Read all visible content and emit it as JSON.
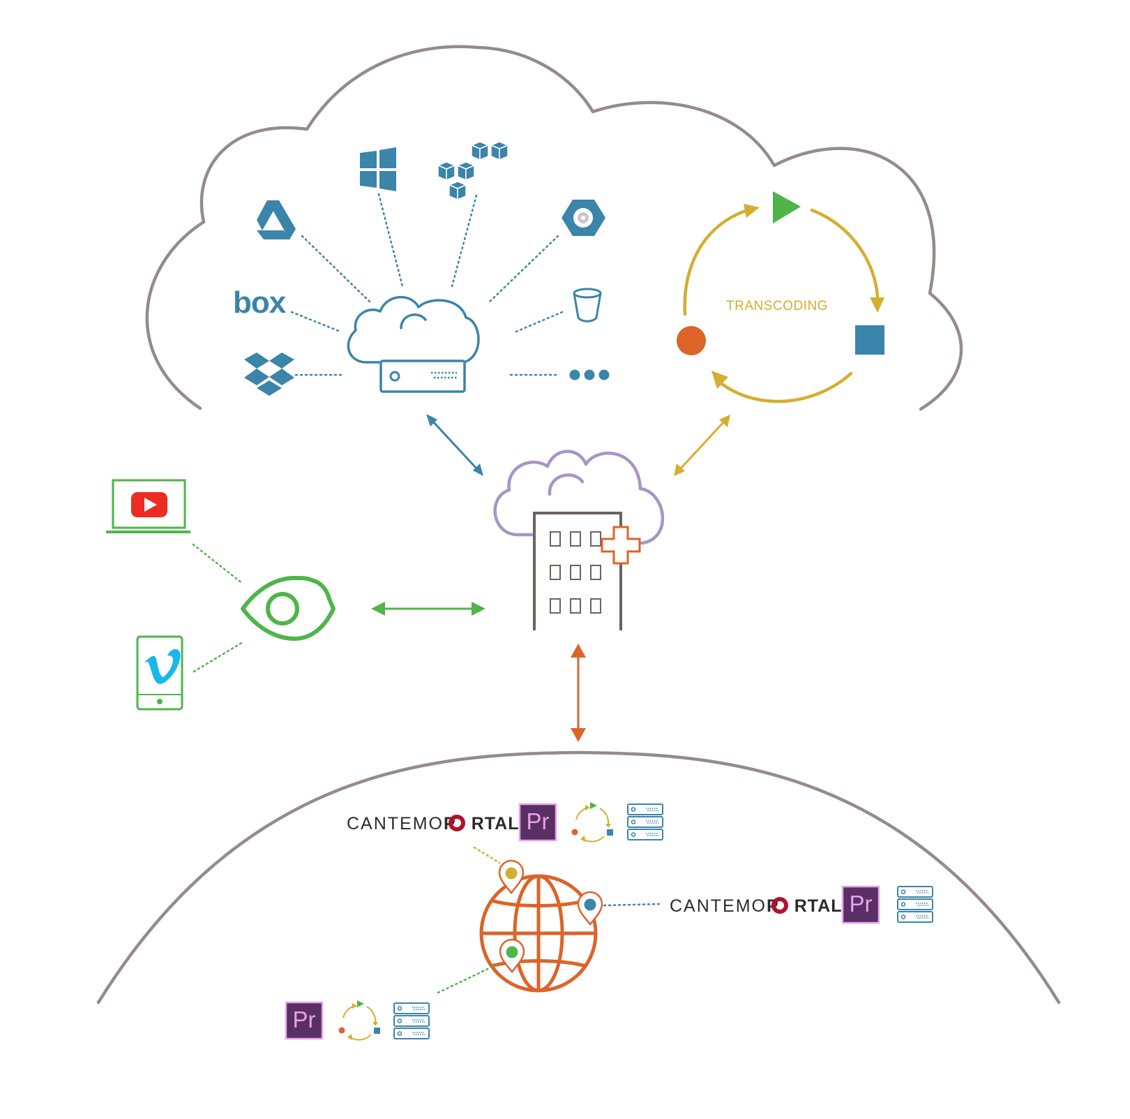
{
  "transcoding": {
    "label": "TRANSCODING"
  },
  "brand": {
    "cantemo_part1": "CANTEMO",
    "cantemo_part2": "P",
    "cantemo_part3": "RTAL",
    "cantemo_tm": "™",
    "premiere_label": "Pr",
    "box_label": "box"
  },
  "colors": {
    "cloud_outline": "#958c8a",
    "storage_blue": "#3b84aa",
    "transcode_gold": "#d4ae2e",
    "play_green": "#4fb549",
    "record_orange": "#dc6429",
    "premiere_bg": "#5a2f63",
    "premiere_border": "#e9a4ef",
    "premiere_text": "#e6a2ee",
    "portal_cloud": "#a795c5",
    "building_gray": "#6b6261",
    "hospital_cross": "#dc6429",
    "viewer_green": "#4fb549",
    "globe_orange": "#dc6429",
    "youtube_red": "#ec2b22",
    "vimeo_blue": "#1ab7ea"
  },
  "icons": {
    "storage": [
      "google-drive-icon",
      "windows-azure-icon",
      "aws-icon",
      "google-cloud-icon",
      "box-icon",
      "s3-bucket-icon",
      "dropbox-icon",
      "more-dots-icon"
    ],
    "devices": [
      "laptop-youtube-icon",
      "tablet-vimeo-icon",
      "eye-icon"
    ],
    "site": [
      "premiere-icon",
      "mini-transcode-cycle-icon",
      "server-rack-icon",
      "location-pin-icon",
      "globe-icon"
    ]
  }
}
